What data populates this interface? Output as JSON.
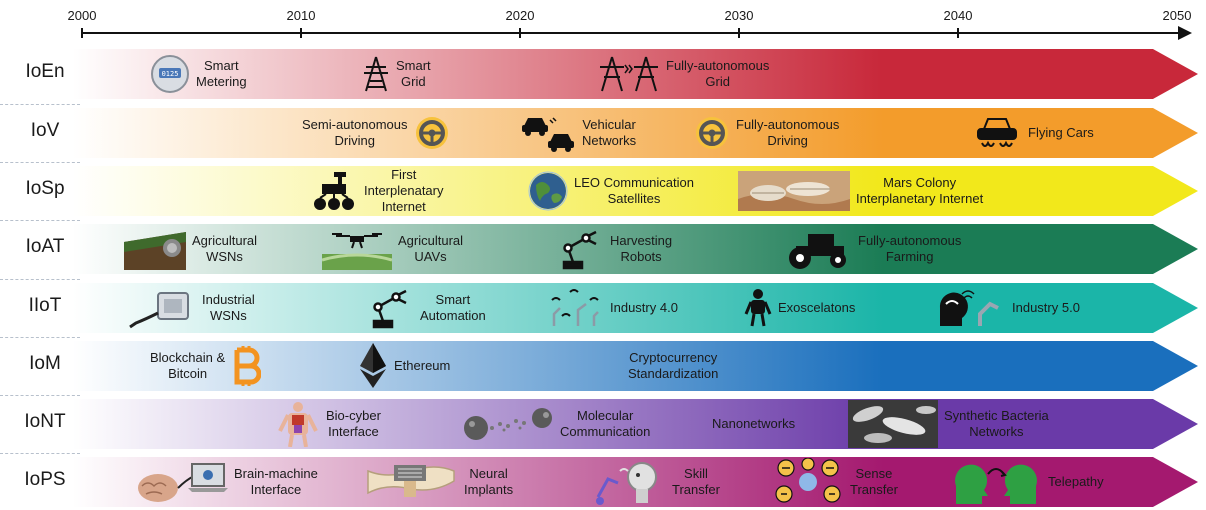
{
  "timeline": {
    "years": [
      "2000",
      "2010",
      "2020",
      "2030",
      "2040",
      "2050"
    ]
  },
  "rows": [
    {
      "label": "IoEn",
      "color": "#c8283a",
      "items": [
        {
          "text": "Smart\nMetering",
          "icon": "smart-meter-icon"
        },
        {
          "text": "Smart\nGrid",
          "icon": "power-tower-icon"
        },
        {
          "text": "Fully-autonomous\nGrid",
          "icon": "power-towers-icon"
        }
      ]
    },
    {
      "label": "IoV",
      "color": "#f39c2b",
      "items": [
        {
          "text": "Semi-autonomous\nDriving",
          "icon": "steering-wheel-icon"
        },
        {
          "text": "Vehicular\nNetworks",
          "icon": "connected-cars-icon"
        },
        {
          "text": "Fully-autonomous\nDriving",
          "icon": "steering-wheel-icon"
        },
        {
          "text": "Flying Cars",
          "icon": "flying-car-icon"
        }
      ]
    },
    {
      "label": "IoSp",
      "color": "#f2e81b",
      "items": [
        {
          "text": "First\nInterplenatary\nInternet",
          "icon": "rover-icon"
        },
        {
          "text": "LEO Communication\nSatellites",
          "icon": "earth-icon"
        },
        {
          "text": "Mars Colony\nInterplanetary Internet",
          "icon": "mars-colony-image"
        }
      ]
    },
    {
      "label": "IoAT",
      "color": "#1b7c55",
      "items": [
        {
          "text": "Agricultural\nWSNs",
          "icon": "field-sensor-image"
        },
        {
          "text": "Agricultural\nUAVs",
          "icon": "drone-icon"
        },
        {
          "text": "Harvesting\nRobots",
          "icon": "robot-arm-icon"
        },
        {
          "text": "Fully-autonomous\nFarming",
          "icon": "tractor-icon"
        }
      ]
    },
    {
      "label": "IIoT",
      "color": "#1bb5a8",
      "items": [
        {
          "text": "Industrial\nWSNs",
          "icon": "sensor-node-icon"
        },
        {
          "text": "Smart\nAutomation",
          "icon": "robot-arm-icon"
        },
        {
          "text": "Industry 4.0",
          "icon": "wireless-robots-icon"
        },
        {
          "text": "Exoscelatons",
          "icon": "exoskeleton-icon"
        },
        {
          "text": "Industry 5.0",
          "icon": "human-robot-icon"
        }
      ]
    },
    {
      "label": "IoM",
      "color": "#1a6fbd",
      "items": [
        {
          "text": "Blockchain &\nBitcoin",
          "icon": "bitcoin-icon"
        },
        {
          "text": "Ethereum",
          "icon": "ethereum-icon"
        },
        {
          "text": "Cryptocurrency\nStandardization",
          "icon": ""
        }
      ]
    },
    {
      "label": "IoNT",
      "color": "#6a3aa8",
      "items": [
        {
          "text": "Bio-cyber\nInterface",
          "icon": "human-body-icon"
        },
        {
          "text": "Molecular\nCommunication",
          "icon": "molecules-icon"
        },
        {
          "text": "Nanonetworks",
          "icon": ""
        },
        {
          "text": "Synthetic Bacteria\nNetworks",
          "icon": "bacteria-image"
        }
      ]
    },
    {
      "label": "IoPS",
      "color": "#a4196f",
      "items": [
        {
          "text": "Brain-machine\nInterface",
          "icon": "brain-laptop-icon"
        },
        {
          "text": "Neural\nImplants",
          "icon": "spine-implant-icon"
        },
        {
          "text": "Skill\nTransfer",
          "icon": "robot-head-icon"
        },
        {
          "text": "Sense\nTransfer",
          "icon": "senses-icon"
        },
        {
          "text": "Telepathy",
          "icon": "heads-icon"
        }
      ]
    }
  ]
}
